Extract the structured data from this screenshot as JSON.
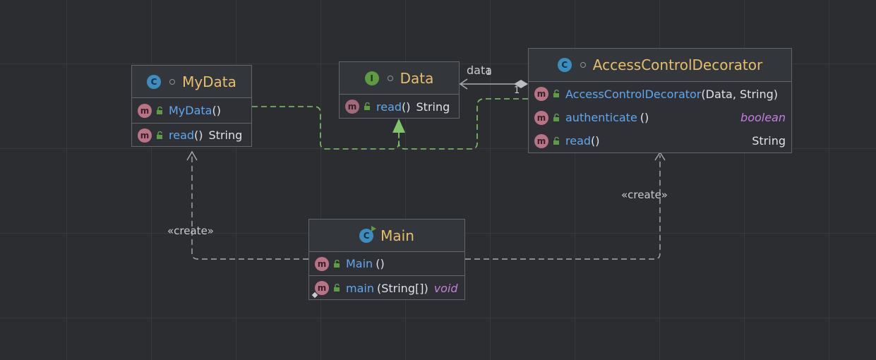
{
  "diagram": {
    "classes": {
      "mydata": {
        "name": "MyData",
        "kind": "C",
        "members": [
          {
            "name": "MyData",
            "params": "()",
            "type": ""
          },
          {
            "name": "read",
            "params": "()",
            "type": "String"
          }
        ]
      },
      "data": {
        "name": "Data",
        "kind": "I",
        "members": [
          {
            "name": "read",
            "params": "()",
            "type": "String"
          }
        ]
      },
      "decorator": {
        "name": "AccessControlDecorator",
        "kind": "C",
        "members": [
          {
            "name": "AccessControlDecorator",
            "params": "(Data, String)",
            "type": ""
          },
          {
            "name": "authenticate",
            "params": "()",
            "type": "boolean"
          },
          {
            "name": "read",
            "params": "()",
            "type": "String"
          }
        ]
      },
      "main": {
        "name": "Main",
        "kind": "C",
        "members": [
          {
            "name": "Main",
            "params": "()",
            "type": ""
          },
          {
            "name": "main",
            "params": "(String[])",
            "type": "void"
          }
        ]
      }
    },
    "edges": {
      "association_label": "data",
      "multiplicity_source": "1",
      "multiplicity_target": "1",
      "create_label_left": "«create»",
      "create_label_right": "«create»"
    }
  },
  "colors": {
    "background": "#2b2d30",
    "class_title": "#e8be6a",
    "method_name": "#5fa8f0",
    "keyword_type": "#c37fdc",
    "realization_edge": "#7fc46a",
    "dependency_edge": "#a9acb2"
  }
}
